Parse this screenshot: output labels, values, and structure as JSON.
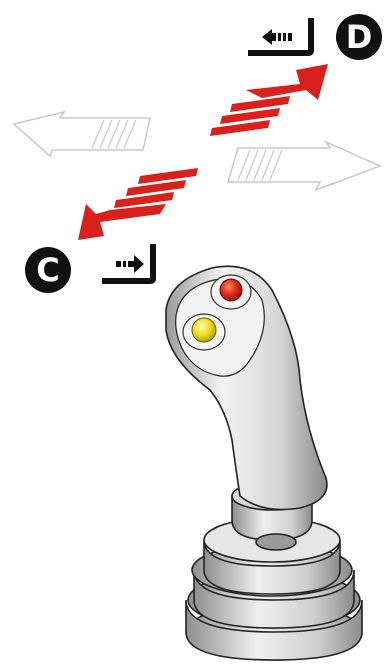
{
  "labels": {
    "direction_d": "D",
    "direction_c": "C"
  },
  "icons": {
    "d_indicator": "arrow-into-bracket-left-icon",
    "c_indicator": "arrow-into-bracket-right-icon",
    "joystick": "joystick-icon",
    "top_button": "red-button",
    "lower_button": "yellow-button"
  },
  "colors": {
    "active_arrow": "#d9201c",
    "inactive_arrow": "#c8c8c8",
    "badge": "#111111",
    "button_red": "#e02a1a",
    "button_yellow": "#f3e01a"
  }
}
